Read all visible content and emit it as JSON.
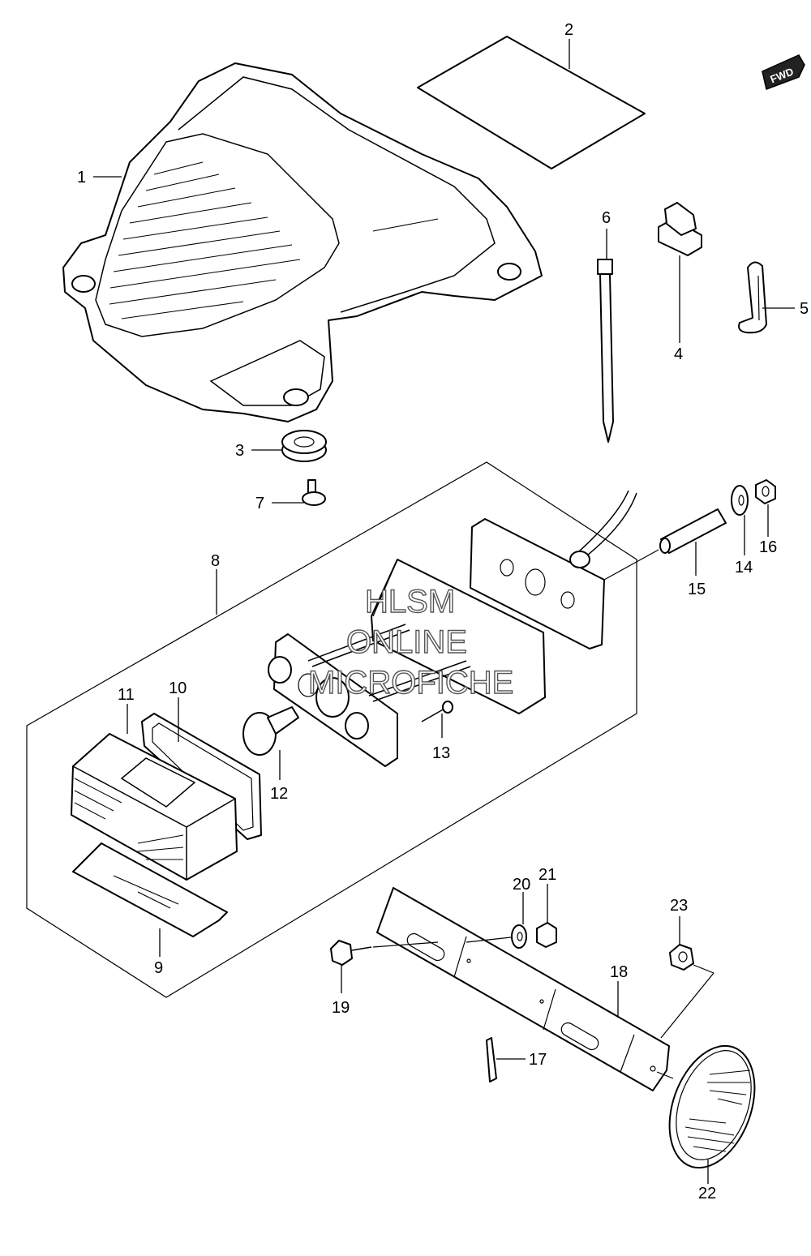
{
  "diagram": {
    "fwd_label": "FWD",
    "watermark": {
      "line1": "HLSM",
      "line2": "ONLINE",
      "line3": "MICROFICHE"
    },
    "callouts": [
      {
        "id": "c1",
        "text": "1"
      },
      {
        "id": "c2",
        "text": "2"
      },
      {
        "id": "c3",
        "text": "3"
      },
      {
        "id": "c4",
        "text": "4"
      },
      {
        "id": "c5",
        "text": "5"
      },
      {
        "id": "c6",
        "text": "6"
      },
      {
        "id": "c7",
        "text": "7"
      },
      {
        "id": "c8",
        "text": "8"
      },
      {
        "id": "c9",
        "text": "9"
      },
      {
        "id": "c10",
        "text": "10"
      },
      {
        "id": "c11",
        "text": "11"
      },
      {
        "id": "c12",
        "text": "12"
      },
      {
        "id": "c13",
        "text": "13"
      },
      {
        "id": "c14",
        "text": "14"
      },
      {
        "id": "c15",
        "text": "15"
      },
      {
        "id": "c16",
        "text": "16"
      },
      {
        "id": "c17",
        "text": "17"
      },
      {
        "id": "c18",
        "text": "18"
      },
      {
        "id": "c19",
        "text": "19"
      },
      {
        "id": "c20",
        "text": "20"
      },
      {
        "id": "c21",
        "text": "21"
      },
      {
        "id": "c22",
        "text": "22"
      },
      {
        "id": "c23",
        "text": "23"
      }
    ]
  }
}
